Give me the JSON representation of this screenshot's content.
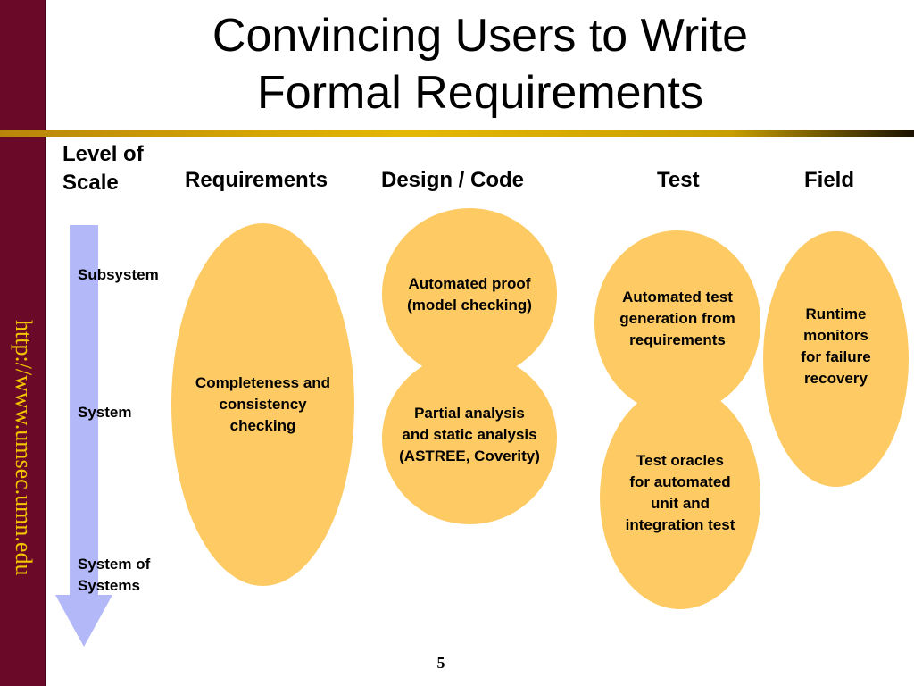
{
  "sidebar": {
    "url": "http://www.umsec.umn.edu"
  },
  "title": {
    "line1": "Convincing Users to Write",
    "line2": "Formal Requirements"
  },
  "scale": {
    "heading_line1": "Level of",
    "heading_line2": "Scale"
  },
  "columns": {
    "requirements": "Requirements",
    "design_code": "Design / Code",
    "test": "Test",
    "field": "Field"
  },
  "levels": {
    "subsystem": "Subsystem",
    "system": "System",
    "sos_line1": "System of",
    "sos_line2": "Systems"
  },
  "blobs": {
    "completeness": [
      "Completeness and",
      "consistency",
      "checking"
    ],
    "automated_proof": [
      "Automated proof",
      "(model checking)"
    ],
    "partial_analysis": [
      "Partial analysis",
      "and static analysis",
      "(ASTREE, Coverity)"
    ],
    "automated_test": [
      "Automated test",
      "generation from",
      "requirements"
    ],
    "test_oracles": [
      "Test oracles",
      "for automated",
      "unit and",
      "integration test"
    ],
    "runtime": [
      "Runtime",
      "monitors",
      "for failure",
      "recovery"
    ]
  },
  "colors": {
    "sidebar": "#6b0a28",
    "url_text": "#f2c500",
    "blob_fill": "#fdca64",
    "arrow_fill": "#b3b8f8"
  },
  "page_number": "5"
}
